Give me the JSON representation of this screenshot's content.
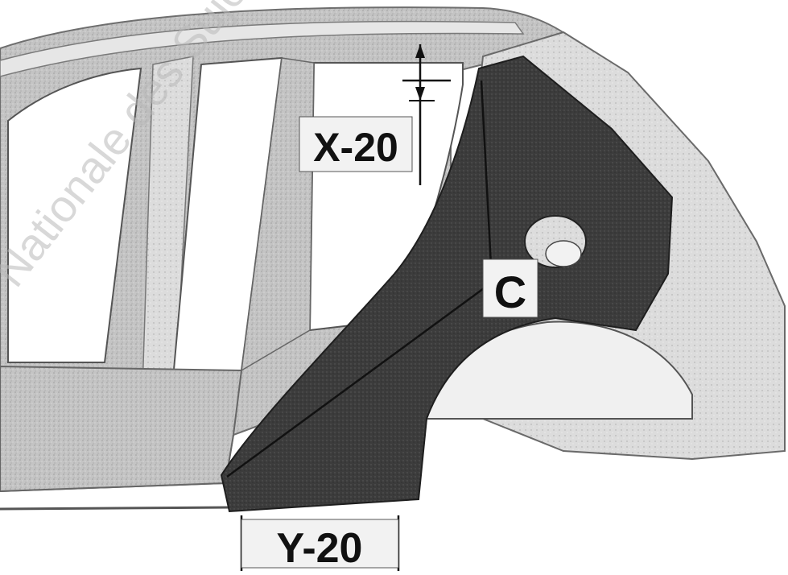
{
  "watermark": "Nationale des Sujets",
  "callouts": {
    "x20": "X-20",
    "c": "C",
    "y20": "Y-20"
  },
  "colors": {
    "background": "#ffffff",
    "body_shell": "#c8c8c8",
    "body_shell_dark": "#9a9a9a",
    "replacement_panel": "#3a3a3a",
    "window_opening": "#ffffff",
    "label_fill": "#f2f2f2",
    "label_text": "#111111",
    "watermark": "#b8b8b8"
  }
}
